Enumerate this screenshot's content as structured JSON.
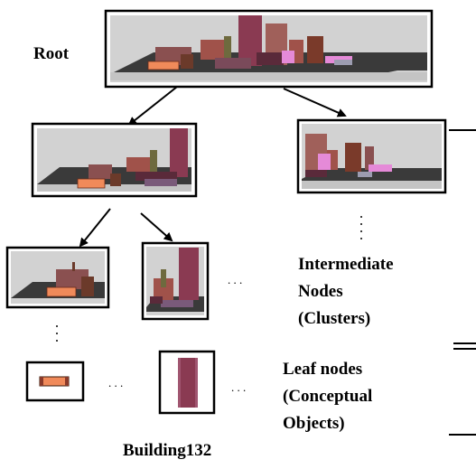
{
  "labels": {
    "root": "Root",
    "intermediate": [
      "Intermediate",
      "Nodes",
      "(Clusters)"
    ],
    "leaf": [
      "Leaf nodes",
      "(Conceptual",
      "Objects)"
    ],
    "building": "Building132"
  },
  "ellipsis_glyph": ". . .",
  "colors": {
    "sky": "#cfcfcf",
    "ground": "#3c3c3c",
    "maroon_tower": "#8a3a52",
    "brown_block": "#a0524a",
    "orange_block": "#f08a5a",
    "pink_block": "#e58ad8",
    "olive_block": "#6e6a3e",
    "border": "#000000"
  }
}
